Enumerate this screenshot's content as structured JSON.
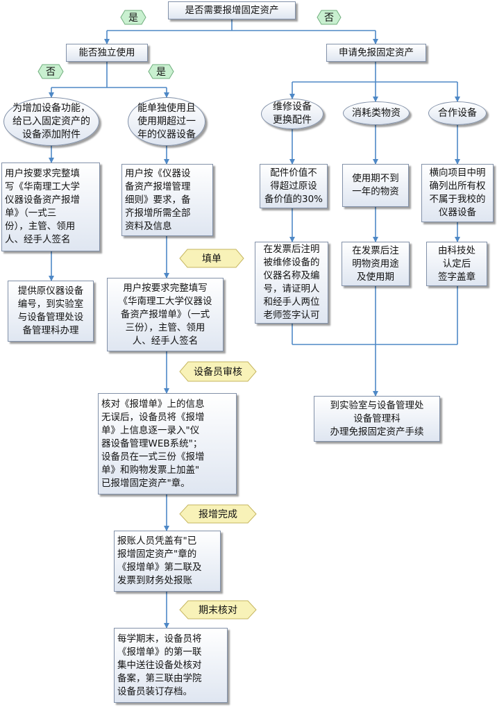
{
  "colors": {
    "connector": "#4e88c6",
    "node_border": "#8190a8",
    "yes_no_tag": "#c9f0d0",
    "step_tag": "#f8f2b8"
  },
  "nodes": {
    "start": "是否需要报增固定资产",
    "independent": "能否独立使用",
    "exempt": "申请免报固定资产",
    "accessory": "为增加设备功能，\n给已入固定资产的\n设备添加附件",
    "standalone": "能单独使用且\n使用期超过一\n年的仪器设备",
    "repair": "维修设备\n更换配件",
    "consumable": "消耗类物资",
    "cooperation": "合作设备",
    "accessory_form": "用户按要求完整填\n写《华南理工大学\n仪器设备资产报增\n单》（一式三\n份），主管、领用\n人、经手人签名",
    "accessory_submit": "提供原仪器设备\n编号，到实验室\n与设备管理处设\n备管理科办理",
    "standalone_prepare": "用户按《仪器设\n备资产报增管理\n细则》要求，备\n齐报增所需全部\n资料及信息",
    "standalone_form": "用户按要求完整填写\n《华南理工大学仪器设\n备资产报增单》（一式\n三份），主管、领用\n人、经手人签名",
    "repair_rule": "配件价值不\n得超过原设\n备价值的30%",
    "consumable_rule": "使用期不到\n一年的物资",
    "cooperation_rule": "横向项目中明\n确列出所有权\n不属于我校的\n仪器设备",
    "repair_invoice": "在发票后注明\n被维修设备的\n仪器名称及编\n号，请证明人\n和经手人两位\n老师签字认可",
    "consumable_invoice": "在发票后注\n明物资用途\n及使用期",
    "cooperation_sign": "由科技处\n认定后\n签字盖章",
    "exempt_finish": "到实验室与设备管理处\n设备管理科\n办理免报固定资产手续",
    "audit": "核对《报增单》上的信息\n无误后，设备员将《报增\n单》上信息逐一录入\"仪\n器设备管理WEB系统\"；\n设备员在一式三份《报增\n单》和购物发票上加盖\"\n已报增固定资产\"章。",
    "reimburse": "报账人员凭盖有\"已\n报增固定资产\"章的\n《报增单》第二联及\n发票到财务处报账",
    "archive": "每学期末，设备员将\n《报增单》的第一联\n集中送往设备处核对\n备案，第三联由学院\n设备员装订存档。"
  },
  "tags": {
    "yes_top": "是",
    "no_top": "否",
    "no_mid": "否",
    "yes_mid": "是",
    "fill": "填单",
    "officer_review": "设备员审核",
    "registered": "报增完成",
    "period_check": "期末核对"
  }
}
